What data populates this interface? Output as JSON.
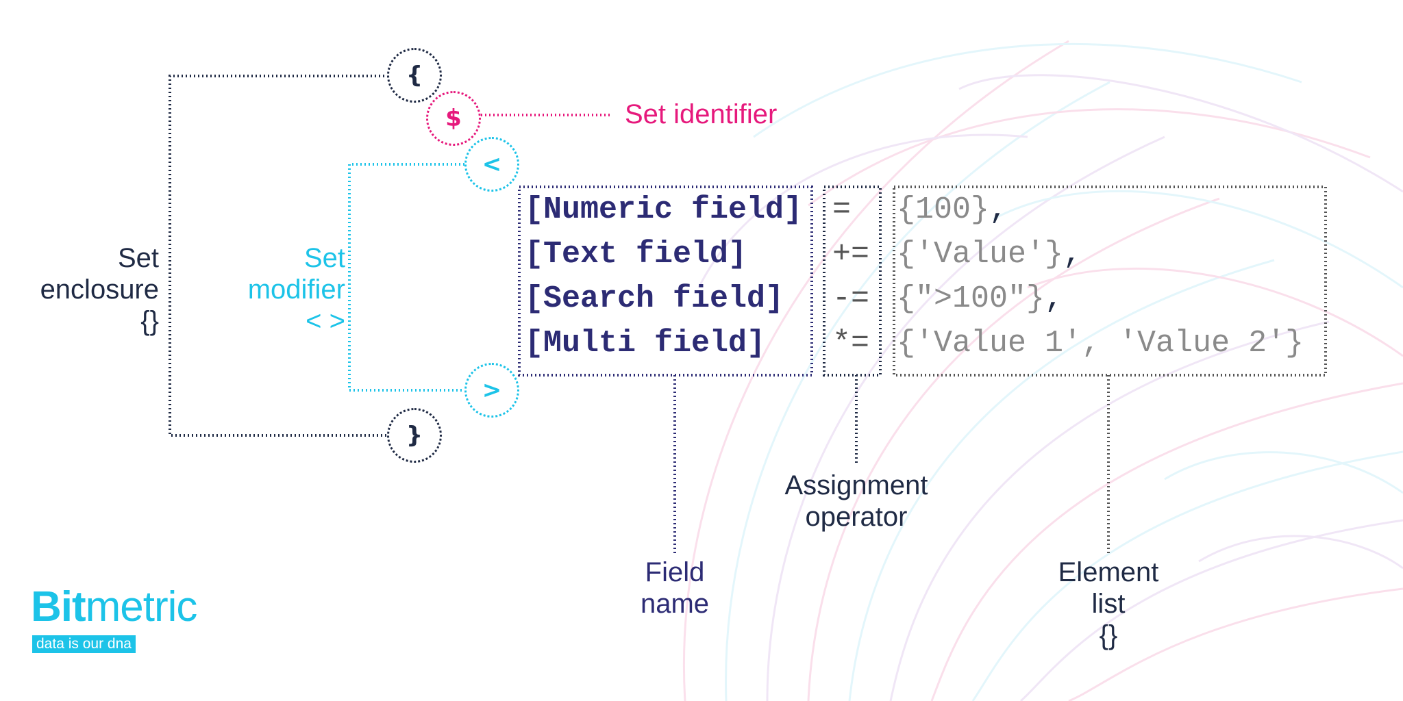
{
  "diagram": {
    "set_enclosure": {
      "open_symbol": "{",
      "close_symbol": "}",
      "label_line1": "Set",
      "label_line2": "enclosure",
      "label_line3": "{}"
    },
    "set_identifier": {
      "symbol": "$",
      "label": "Set identifier"
    },
    "set_modifier": {
      "open_symbol": "<",
      "close_symbol": ">",
      "label_line1": "Set",
      "label_line2": "modifier",
      "label_line3": "< >"
    },
    "rows": [
      {
        "field": "[Numeric field]",
        "operator": "=",
        "elements": "{100},",
        "elements_main": "{100}",
        "elements_trail": ","
      },
      {
        "field": "[Text field]",
        "operator": "+=",
        "elements": "{'Value'},",
        "elements_main": "{'Value'}",
        "elements_trail": ","
      },
      {
        "field": "[Search field]",
        "operator": "-=",
        "elements": "{\">100\"},",
        "elements_main": "{\">100\"}",
        "elements_trail": ","
      },
      {
        "field": "[Multi field]",
        "operator": "*=",
        "elements": "{'Value 1', 'Value 2'}",
        "elements_main": "{'Value 1', 'Value 2'}",
        "elements_trail": ""
      }
    ],
    "callouts": {
      "field_name": {
        "line1": "Field",
        "line2": "name"
      },
      "assignment_operator": {
        "line1": "Assignment",
        "line2": "operator"
      },
      "element_list": {
        "line1": "Element",
        "line2": "list",
        "line3": "{}"
      }
    }
  },
  "branding": {
    "logo_bold": "Bit",
    "logo_light": "metric",
    "tagline": "data is our dna"
  },
  "colors": {
    "navy": "#1f2a44",
    "indigo": "#2c2b74",
    "pink": "#e6197c",
    "cyan": "#1cc3e8",
    "grey": "#8a8a8a"
  }
}
